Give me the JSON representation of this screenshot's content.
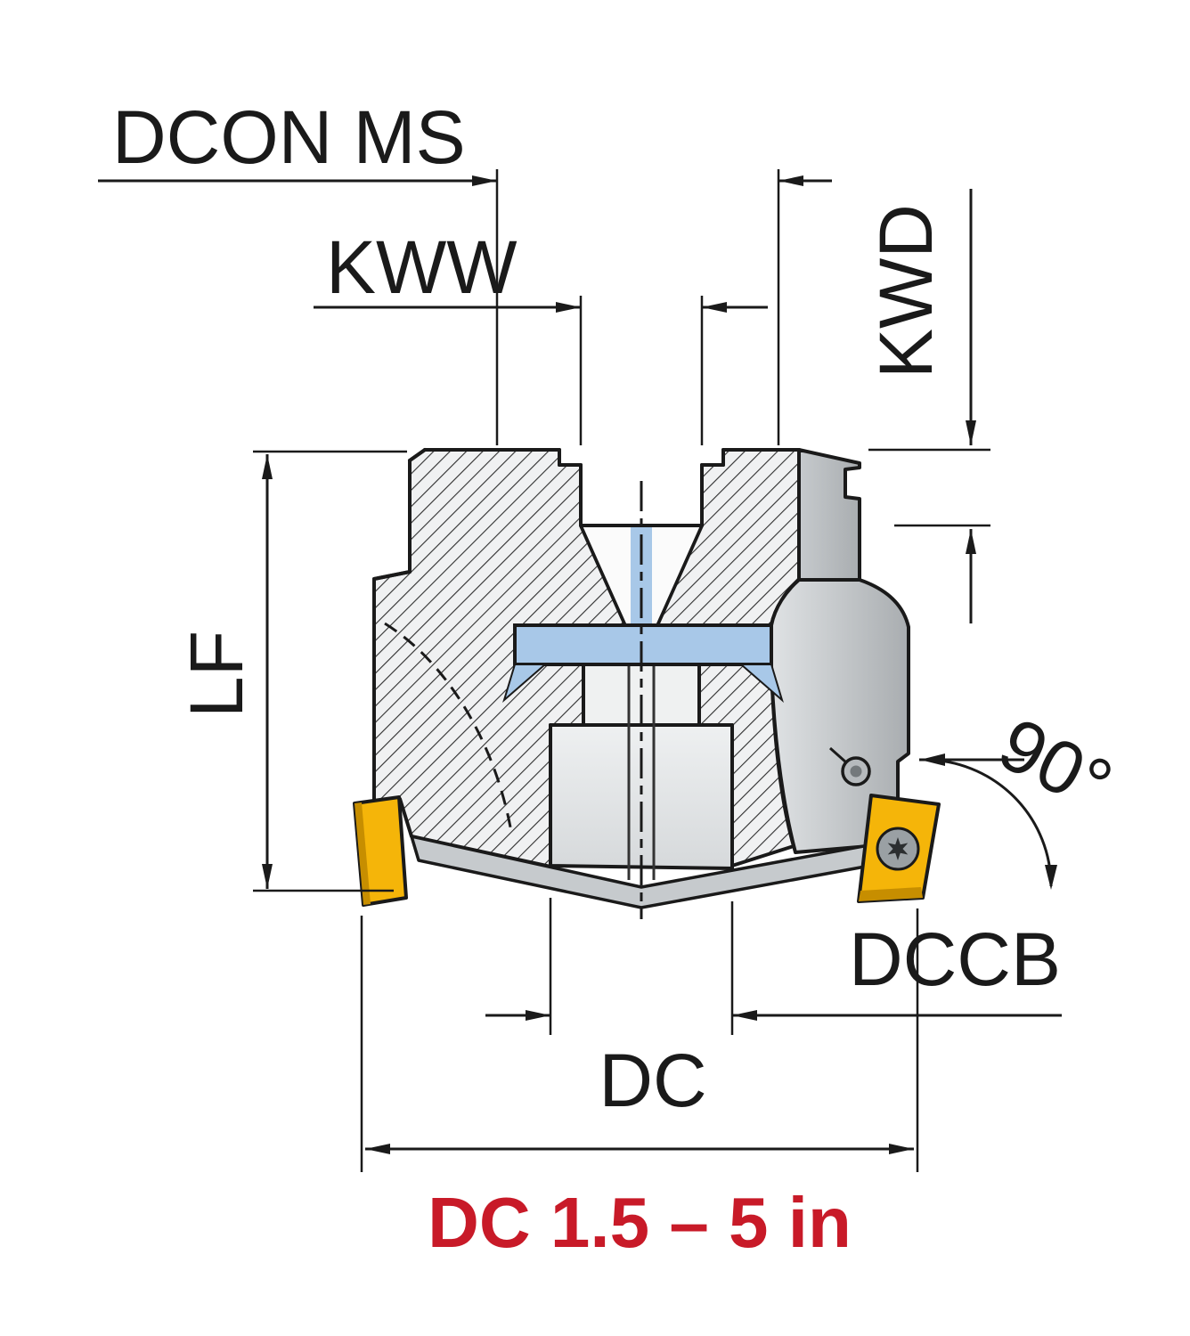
{
  "labels": {
    "dcon_ms": "DCON MS",
    "kww": "KWW",
    "kwd": "KWD",
    "lf": "LF",
    "angle_90": "90°",
    "dccb": "DCCB",
    "dc": "DC",
    "dc_range": "DC 1.5 – 5 in"
  },
  "colors": {
    "line_black": "#1a1a1a",
    "accent_red": "#c81a28",
    "keyway_blue": "#a8c8e8",
    "insert_gold": "#f5b509",
    "insert_shadow": "#c78e00",
    "screw_gray": "#9aa0a4",
    "screw_dark": "#2b2e30",
    "pin_gray": "#b6babd",
    "pin_dark": "#74797c"
  }
}
